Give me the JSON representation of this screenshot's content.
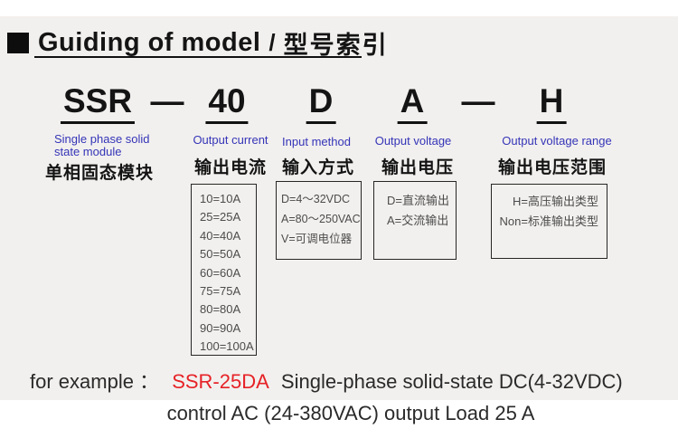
{
  "page": {
    "bg": "#ffffff",
    "panel_bg": "#f2f0ee",
    "accent_blue": "#3434b8",
    "accent_red": "#e62227",
    "text_black": "#141414",
    "box_text": "#4c4c4c"
  },
  "header": {
    "title_en": "Guiding of model",
    "title_sep": "/",
    "title_zh": "型号索引"
  },
  "model": {
    "segments": [
      {
        "text": "SSR",
        "underline": true
      },
      {
        "text": "—",
        "underline": false
      },
      {
        "text": "40",
        "underline": true
      },
      {
        "text": "D",
        "underline": true
      },
      {
        "text": "A",
        "underline": true
      },
      {
        "text": "—",
        "underline": false
      },
      {
        "text": "H",
        "underline": true
      }
    ]
  },
  "columns": [
    {
      "label_en": "Single phase solid state module",
      "label_zh": "单相固态模块",
      "items": []
    },
    {
      "label_en": "Output current",
      "label_zh": "输出电流",
      "items": [
        "10=10A",
        "25=25A",
        "40=40A",
        "50=50A",
        "60=60A",
        "75=75A",
        "80=80A",
        "90=90A",
        "100=100A"
      ]
    },
    {
      "label_en": "Input method",
      "label_zh": "输入方式",
      "items": [
        "D=4～32VDC",
        "A=80～250VAC",
        "V=可调电位器"
      ]
    },
    {
      "label_en": "Output voltage",
      "label_zh": "输出电压",
      "items": [
        "D=直流输出",
        "A=交流输出"
      ]
    },
    {
      "label_en": "Output voltage range",
      "label_zh": "输出电压范围",
      "items": [
        "H=高压输出类型",
        "Non=标准输出类型"
      ]
    }
  ],
  "example": {
    "prefix": "for example ：",
    "model": "SSR-25DA",
    "line1_rest": "Single-phase solid-state DC(4-32VDC)",
    "line2": "control AC (24-380VAC) output Load 25 A"
  }
}
